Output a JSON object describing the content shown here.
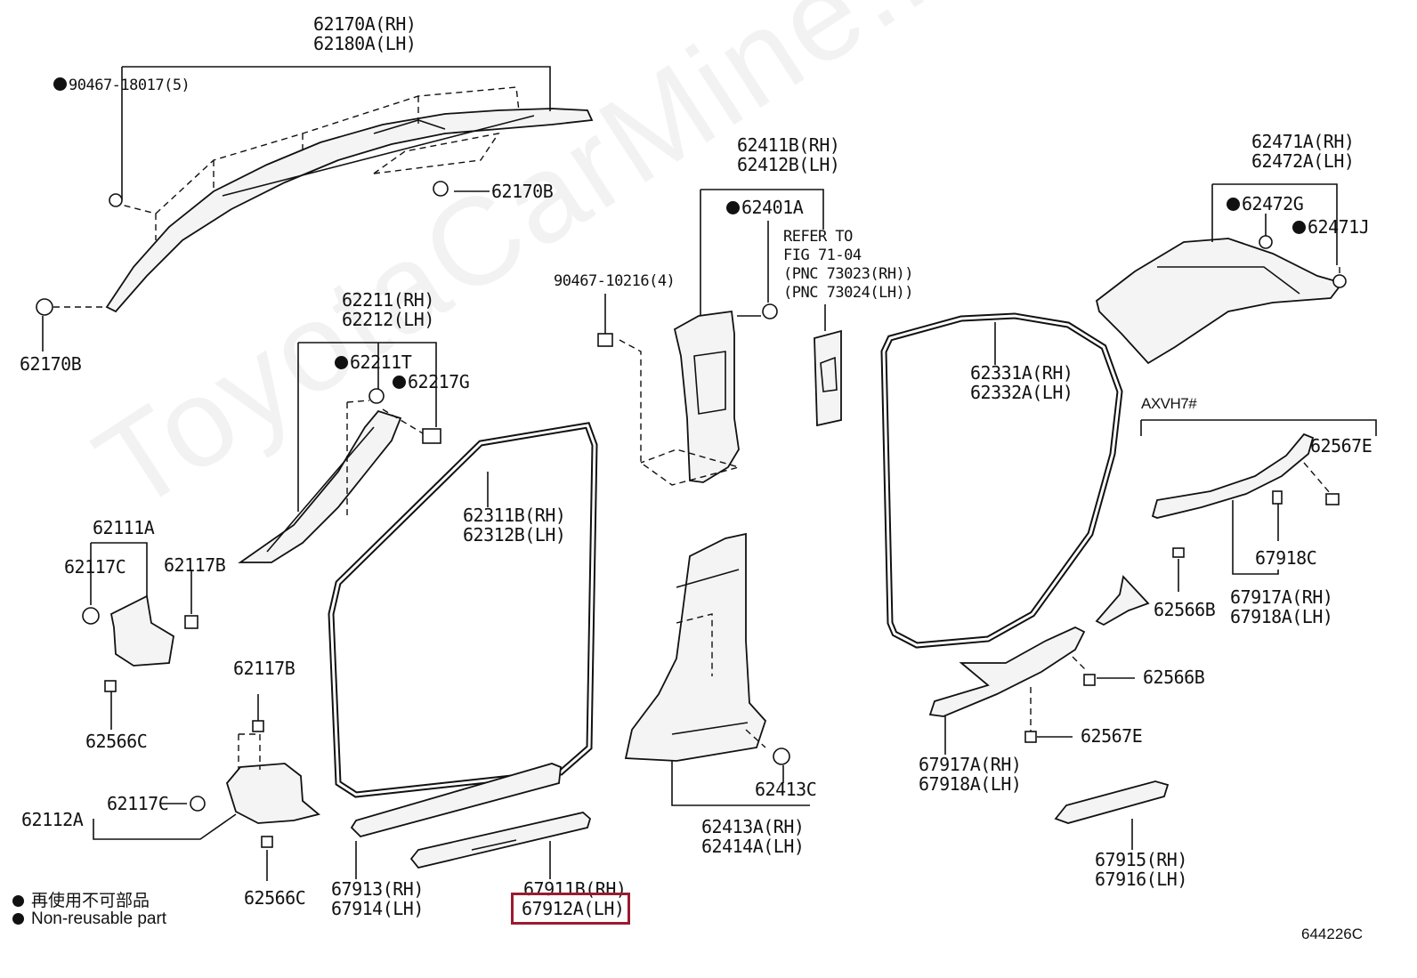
{
  "watermark": "ToyotaCarMine.ru",
  "figure_code": "644226C",
  "legend": [
    {
      "text": "再使用不可部品"
    },
    {
      "text": "Non-reusable part"
    }
  ],
  "highlight_part": "67912A(LH)",
  "labels": [
    {
      "id": "p62170A",
      "lines": [
        "62170A(RH)",
        "62180A(LH)"
      ]
    },
    {
      "id": "p90467_18017",
      "lines": [
        "90467-18017(5)"
      ],
      "dot": true
    },
    {
      "id": "p62170B_top",
      "lines": [
        "62170B"
      ]
    },
    {
      "id": "p62170B_left",
      "lines": [
        "62170B"
      ]
    },
    {
      "id": "p62211",
      "lines": [
        "62211(RH)",
        "62212(LH)"
      ]
    },
    {
      "id": "p62211T",
      "lines": [
        "62211T"
      ],
      "dot": true
    },
    {
      "id": "p62217G",
      "lines": [
        "62217G"
      ],
      "dot": true
    },
    {
      "id": "p62111A",
      "lines": [
        "62111A"
      ]
    },
    {
      "id": "p62117C_a",
      "lines": [
        "62117C"
      ]
    },
    {
      "id": "p62117B_a",
      "lines": [
        "62117B"
      ]
    },
    {
      "id": "p62566C_a",
      "lines": [
        "62566C"
      ]
    },
    {
      "id": "p62117B_b",
      "lines": [
        "62117B"
      ]
    },
    {
      "id": "p62117C_b",
      "lines": [
        "62117C"
      ]
    },
    {
      "id": "p62112A",
      "lines": [
        "62112A"
      ]
    },
    {
      "id": "p62566C_b",
      "lines": [
        "62566C"
      ]
    },
    {
      "id": "p62311B",
      "lines": [
        "62311B(RH)",
        "62312B(LH)"
      ]
    },
    {
      "id": "p67913",
      "lines": [
        "67913(RH)",
        "67914(LH)"
      ]
    },
    {
      "id": "p67911B",
      "lines": [
        "67911B(RH)"
      ]
    },
    {
      "id": "p67912A",
      "lines": [
        "67912A(LH)"
      ]
    },
    {
      "id": "p90467_10216",
      "lines": [
        "90467-10216(4)"
      ]
    },
    {
      "id": "p62411B",
      "lines": [
        "62411B(RH)",
        "62412B(LH)"
      ]
    },
    {
      "id": "p62401A",
      "lines": [
        "62401A"
      ],
      "dot": true
    },
    {
      "id": "p_refer",
      "lines": [
        "REFER TO",
        "FIG 71-04",
        "(PNC 73023(RH))",
        "(PNC 73024(LH))"
      ]
    },
    {
      "id": "p62413C",
      "lines": [
        "62413C"
      ]
    },
    {
      "id": "p62413A",
      "lines": [
        "62413A(RH)",
        "62414A(LH)"
      ]
    },
    {
      "id": "p62331A",
      "lines": [
        "62331A(RH)",
        "62332A(LH)"
      ]
    },
    {
      "id": "p62471A",
      "lines": [
        "62471A(RH)",
        "62472A(LH)"
      ]
    },
    {
      "id": "p62472G",
      "lines": [
        "62472G"
      ],
      "dot": true
    },
    {
      "id": "p62471J",
      "lines": [
        "62471J"
      ],
      "dot": true
    },
    {
      "id": "p_axvh7",
      "lines": [
        "AXVH7#"
      ]
    },
    {
      "id": "p62567E_a",
      "lines": [
        "62567E"
      ]
    },
    {
      "id": "p67918C",
      "lines": [
        "67918C"
      ]
    },
    {
      "id": "p62566B_a",
      "lines": [
        "62566B"
      ]
    },
    {
      "id": "p67917A_a",
      "lines": [
        "67917A(RH)",
        "67918A(LH)"
      ]
    },
    {
      "id": "p62566B_b",
      "lines": [
        "62566B"
      ]
    },
    {
      "id": "p62567E_b",
      "lines": [
        "62567E"
      ]
    },
    {
      "id": "p67917A_b",
      "lines": [
        "67917A(RH)",
        "67918A(LH)"
      ]
    },
    {
      "id": "p67915",
      "lines": [
        "67915(RH)",
        "67916(LH)"
      ]
    }
  ]
}
